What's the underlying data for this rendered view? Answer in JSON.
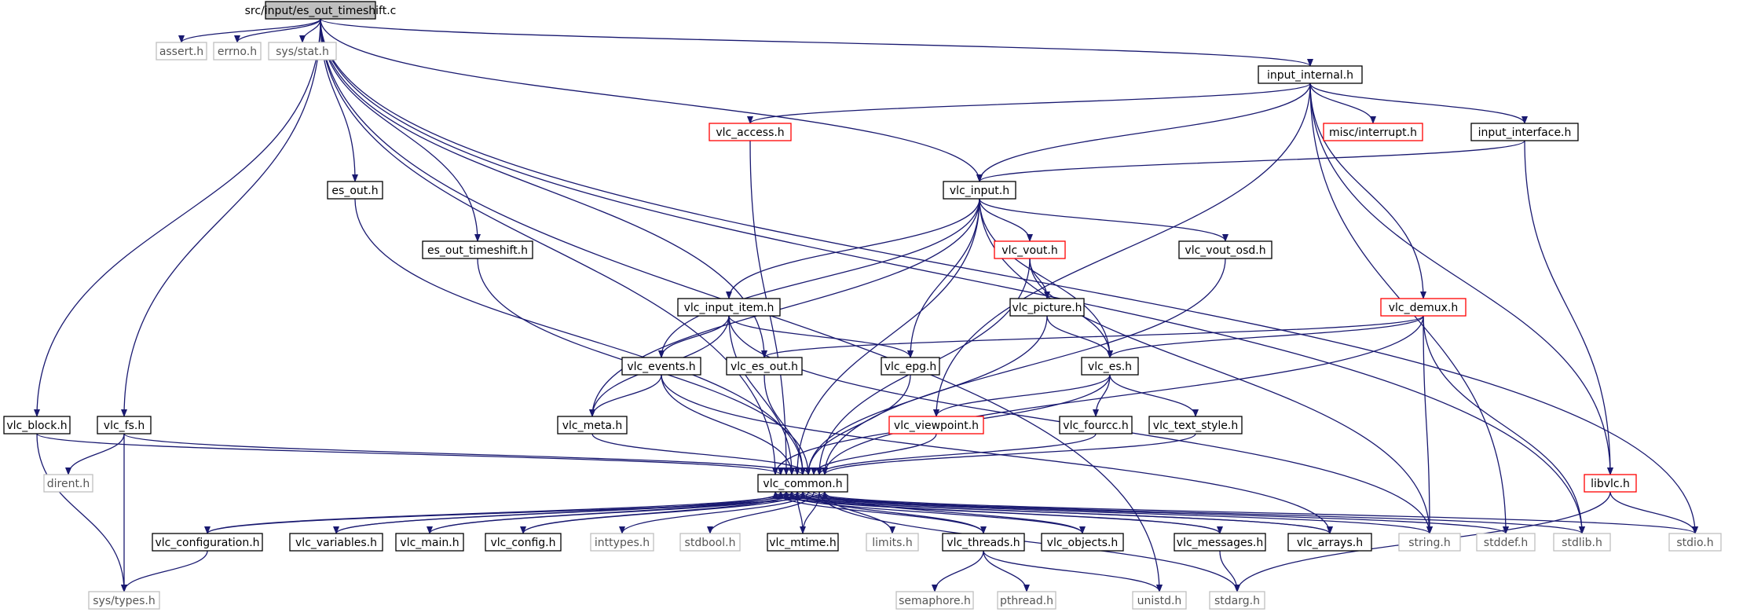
{
  "diagram": {
    "title": "",
    "colors": {
      "edge": "#191970",
      "node_normal_border": "#000000",
      "node_truncated_border": "#ff0000",
      "node_missing_border": "#bfbfbf",
      "node_root_fill": "#bfbfbf"
    },
    "nodes": [
      {
        "id": "root",
        "label": "src/input/es_out_timeshift.c",
        "kind": "root"
      },
      {
        "id": "assert",
        "label": "assert.h",
        "kind": "missing"
      },
      {
        "id": "errno",
        "label": "errno.h",
        "kind": "missing"
      },
      {
        "id": "sysstat",
        "label": "sys/stat.h",
        "kind": "missing"
      },
      {
        "id": "input_internal",
        "label": "input_internal.h",
        "kind": "normal"
      },
      {
        "id": "vlc_access",
        "label": "vlc_access.h",
        "kind": "truncated"
      },
      {
        "id": "misc_interrupt",
        "label": "misc/interrupt.h",
        "kind": "truncated"
      },
      {
        "id": "input_interface",
        "label": "input_interface.h",
        "kind": "normal"
      },
      {
        "id": "es_out",
        "label": "es_out.h",
        "kind": "normal"
      },
      {
        "id": "vlc_input",
        "label": "vlc_input.h",
        "kind": "normal"
      },
      {
        "id": "es_out_timeshift",
        "label": "es_out_timeshift.h",
        "kind": "normal"
      },
      {
        "id": "vlc_vout",
        "label": "vlc_vout.h",
        "kind": "truncated"
      },
      {
        "id": "vlc_vout_osd",
        "label": "vlc_vout_osd.h",
        "kind": "normal"
      },
      {
        "id": "vlc_input_item",
        "label": "vlc_input_item.h",
        "kind": "normal"
      },
      {
        "id": "vlc_picture",
        "label": "vlc_picture.h",
        "kind": "normal"
      },
      {
        "id": "vlc_demux",
        "label": "vlc_demux.h",
        "kind": "truncated"
      },
      {
        "id": "vlc_events",
        "label": "vlc_events.h",
        "kind": "normal"
      },
      {
        "id": "vlc_es_out",
        "label": "vlc_es_out.h",
        "kind": "normal"
      },
      {
        "id": "vlc_epg",
        "label": "vlc_epg.h",
        "kind": "normal"
      },
      {
        "id": "vlc_es",
        "label": "vlc_es.h",
        "kind": "normal"
      },
      {
        "id": "vlc_block",
        "label": "vlc_block.h",
        "kind": "normal"
      },
      {
        "id": "vlc_fs",
        "label": "vlc_fs.h",
        "kind": "normal"
      },
      {
        "id": "vlc_meta",
        "label": "vlc_meta.h",
        "kind": "normal"
      },
      {
        "id": "vlc_viewpoint",
        "label": "vlc_viewpoint.h",
        "kind": "truncated"
      },
      {
        "id": "vlc_fourcc",
        "label": "vlc_fourcc.h",
        "kind": "normal"
      },
      {
        "id": "vlc_text_style",
        "label": "vlc_text_style.h",
        "kind": "normal"
      },
      {
        "id": "dirent",
        "label": "dirent.h",
        "kind": "missing"
      },
      {
        "id": "vlc_common",
        "label": "vlc_common.h",
        "kind": "normal"
      },
      {
        "id": "libvlc",
        "label": "libvlc.h",
        "kind": "truncated"
      },
      {
        "id": "vlc_configuration",
        "label": "vlc_configuration.h",
        "kind": "normal"
      },
      {
        "id": "vlc_variables",
        "label": "vlc_variables.h",
        "kind": "normal"
      },
      {
        "id": "vlc_main",
        "label": "vlc_main.h",
        "kind": "normal"
      },
      {
        "id": "vlc_config",
        "label": "vlc_config.h",
        "kind": "normal"
      },
      {
        "id": "inttypes",
        "label": "inttypes.h",
        "kind": "missing"
      },
      {
        "id": "stdbool",
        "label": "stdbool.h",
        "kind": "missing"
      },
      {
        "id": "vlc_mtime",
        "label": "vlc_mtime.h",
        "kind": "normal"
      },
      {
        "id": "limits",
        "label": "limits.h",
        "kind": "missing"
      },
      {
        "id": "vlc_threads",
        "label": "vlc_threads.h",
        "kind": "normal"
      },
      {
        "id": "vlc_objects",
        "label": "vlc_objects.h",
        "kind": "normal"
      },
      {
        "id": "vlc_messages",
        "label": "vlc_messages.h",
        "kind": "normal"
      },
      {
        "id": "vlc_arrays",
        "label": "vlc_arrays.h",
        "kind": "normal"
      },
      {
        "id": "string",
        "label": "string.h",
        "kind": "missing"
      },
      {
        "id": "stddef",
        "label": "stddef.h",
        "kind": "missing"
      },
      {
        "id": "stdlib",
        "label": "stdlib.h",
        "kind": "missing"
      },
      {
        "id": "stdio",
        "label": "stdio.h",
        "kind": "missing"
      },
      {
        "id": "systypes",
        "label": "sys/types.h",
        "kind": "missing"
      },
      {
        "id": "semaphore",
        "label": "semaphore.h",
        "kind": "missing"
      },
      {
        "id": "pthread",
        "label": "pthread.h",
        "kind": "missing"
      },
      {
        "id": "unistd",
        "label": "unistd.h",
        "kind": "missing"
      },
      {
        "id": "stdarg",
        "label": "stdarg.h",
        "kind": "missing"
      }
    ],
    "edges": [
      [
        "root",
        "assert"
      ],
      [
        "root",
        "errno"
      ],
      [
        "root",
        "sysstat"
      ],
      [
        "root",
        "input_internal"
      ],
      [
        "root",
        "es_out"
      ],
      [
        "root",
        "vlc_input"
      ],
      [
        "root",
        "es_out_timeshift"
      ],
      [
        "root",
        "vlc_block"
      ],
      [
        "root",
        "vlc_fs"
      ],
      [
        "root",
        "vlc_es_out"
      ],
      [
        "root",
        "vlc_common"
      ],
      [
        "root",
        "stdlib"
      ],
      [
        "root",
        "stdio"
      ],
      [
        "root",
        "unistd"
      ],
      [
        "input_internal",
        "vlc_access"
      ],
      [
        "input_internal",
        "misc_interrupt"
      ],
      [
        "input_internal",
        "input_interface"
      ],
      [
        "input_internal",
        "vlc_input"
      ],
      [
        "input_internal",
        "vlc_demux"
      ],
      [
        "input_internal",
        "vlc_viewpoint"
      ],
      [
        "input_internal",
        "libvlc"
      ],
      [
        "input_internal",
        "stddef"
      ],
      [
        "vlc_access",
        "vlc_common"
      ],
      [
        "input_interface",
        "vlc_input"
      ],
      [
        "input_interface",
        "libvlc"
      ],
      [
        "es_out",
        "vlc_common"
      ],
      [
        "es_out_timeshift",
        "vlc_common"
      ],
      [
        "vlc_input",
        "vlc_vout"
      ],
      [
        "vlc_input",
        "vlc_vout_osd"
      ],
      [
        "vlc_input",
        "vlc_input_item"
      ],
      [
        "vlc_input",
        "vlc_events"
      ],
      [
        "vlc_input",
        "vlc_epg"
      ],
      [
        "vlc_input",
        "vlc_es"
      ],
      [
        "vlc_input",
        "vlc_meta"
      ],
      [
        "vlc_input",
        "vlc_common"
      ],
      [
        "vlc_input",
        "string"
      ],
      [
        "vlc_vout",
        "vlc_picture"
      ],
      [
        "vlc_vout",
        "vlc_es"
      ],
      [
        "vlc_vout",
        "vlc_common"
      ],
      [
        "vlc_vout_osd",
        "vlc_common"
      ],
      [
        "vlc_input_item",
        "vlc_events"
      ],
      [
        "vlc_input_item",
        "vlc_epg"
      ],
      [
        "vlc_input_item",
        "vlc_meta"
      ],
      [
        "vlc_input_item",
        "vlc_common"
      ],
      [
        "vlc_input_item",
        "string"
      ],
      [
        "vlc_picture",
        "vlc_es"
      ],
      [
        "vlc_picture",
        "vlc_common"
      ],
      [
        "vlc_demux",
        "vlc_es"
      ],
      [
        "vlc_demux",
        "vlc_es_out"
      ],
      [
        "vlc_demux",
        "vlc_common"
      ],
      [
        "vlc_demux",
        "string"
      ],
      [
        "vlc_demux",
        "stdlib"
      ],
      [
        "vlc_events",
        "vlc_meta"
      ],
      [
        "vlc_events",
        "vlc_common"
      ],
      [
        "vlc_events",
        "vlc_arrays"
      ],
      [
        "vlc_es_out",
        "vlc_common"
      ],
      [
        "vlc_epg",
        "vlc_common"
      ],
      [
        "vlc_es",
        "vlc_viewpoint"
      ],
      [
        "vlc_es",
        "vlc_fourcc"
      ],
      [
        "vlc_es",
        "vlc_text_style"
      ],
      [
        "vlc_es",
        "vlc_common"
      ],
      [
        "vlc_block",
        "vlc_common"
      ],
      [
        "vlc_block",
        "systypes"
      ],
      [
        "vlc_fs",
        "dirent"
      ],
      [
        "vlc_fs",
        "systypes"
      ],
      [
        "vlc_fs",
        "vlc_common"
      ],
      [
        "vlc_meta",
        "vlc_common"
      ],
      [
        "vlc_viewpoint",
        "vlc_common"
      ],
      [
        "vlc_fourcc",
        "vlc_common"
      ],
      [
        "vlc_text_style",
        "vlc_common"
      ],
      [
        "libvlc",
        "stdio"
      ],
      [
        "libvlc",
        "stdarg"
      ],
      [
        "vlc_common",
        "vlc_configuration"
      ],
      [
        "vlc_common",
        "vlc_variables"
      ],
      [
        "vlc_common",
        "vlc_main"
      ],
      [
        "vlc_common",
        "vlc_config"
      ],
      [
        "vlc_common",
        "inttypes"
      ],
      [
        "vlc_common",
        "stdbool"
      ],
      [
        "vlc_common",
        "vlc_mtime"
      ],
      [
        "vlc_common",
        "limits"
      ],
      [
        "vlc_common",
        "vlc_threads"
      ],
      [
        "vlc_common",
        "vlc_objects"
      ],
      [
        "vlc_common",
        "vlc_messages"
      ],
      [
        "vlc_common",
        "vlc_arrays"
      ],
      [
        "vlc_common",
        "string"
      ],
      [
        "vlc_common",
        "stddef"
      ],
      [
        "vlc_common",
        "stdlib"
      ],
      [
        "vlc_common",
        "stdio"
      ],
      [
        "vlc_common",
        "stdarg"
      ],
      [
        "vlc_configuration",
        "vlc_common"
      ],
      [
        "vlc_configuration",
        "systypes"
      ],
      [
        "vlc_variables",
        "vlc_common"
      ],
      [
        "vlc_main",
        "vlc_common"
      ],
      [
        "vlc_config",
        "vlc_common"
      ],
      [
        "vlc_mtime",
        "vlc_common"
      ],
      [
        "vlc_threads",
        "vlc_common"
      ],
      [
        "vlc_threads",
        "semaphore"
      ],
      [
        "vlc_threads",
        "pthread"
      ],
      [
        "vlc_threads",
        "unistd"
      ],
      [
        "vlc_objects",
        "vlc_common"
      ],
      [
        "vlc_messages",
        "vlc_common"
      ],
      [
        "vlc_messages",
        "stdarg"
      ],
      [
        "vlc_arrays",
        "vlc_common"
      ]
    ]
  }
}
